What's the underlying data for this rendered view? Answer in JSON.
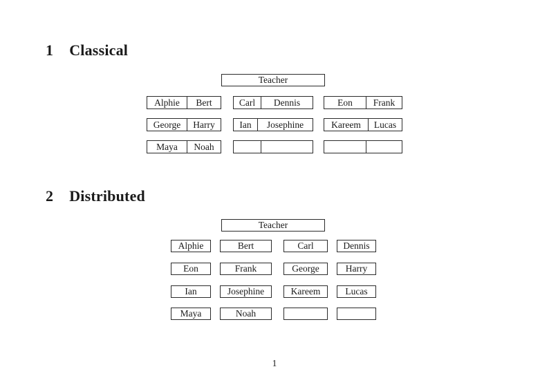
{
  "page": {
    "background": "#ffffff",
    "text_color": "#1a1a1a",
    "line_color": "#2a2a2a",
    "page_number": "1"
  },
  "classical": {
    "section_number": "1",
    "title": "Classical",
    "teacher_label": "Teacher",
    "rows": [
      {
        "desks": [
          {
            "left": "Alphie",
            "right": "Bert"
          },
          {
            "left": "Carl",
            "right": "Dennis"
          },
          {
            "left": "Eon",
            "right": "Frank"
          }
        ]
      },
      {
        "desks": [
          {
            "left": "George",
            "right": "Harry"
          },
          {
            "left": "Ian",
            "right": "Josephine"
          },
          {
            "left": "Kareem",
            "right": "Lucas"
          }
        ]
      },
      {
        "desks": [
          {
            "left": "Maya",
            "right": "Noah"
          },
          {
            "left": "",
            "right": ""
          },
          {
            "left": "",
            "right": ""
          }
        ]
      }
    ]
  },
  "distributed": {
    "section_number": "2",
    "title": "Distributed",
    "teacher_label": "Teacher",
    "rows": [
      [
        "Alphie",
        "Bert",
        "Carl",
        "Dennis"
      ],
      [
        "Eon",
        "Frank",
        "George",
        "Harry"
      ],
      [
        "Ian",
        "Josephine",
        "Kareem",
        "Lucas"
      ],
      [
        "Maya",
        "Noah",
        "",
        ""
      ]
    ]
  }
}
